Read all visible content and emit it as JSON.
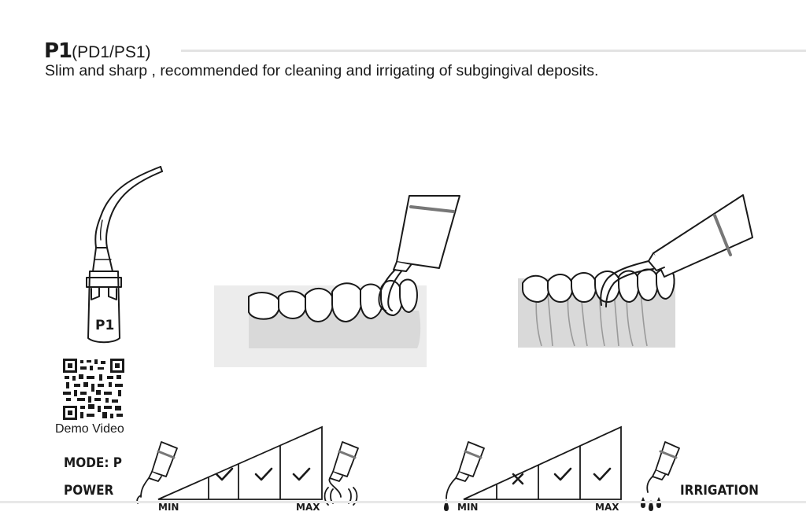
{
  "header": {
    "title": "P1",
    "title_variants": "(PD1/PS1)",
    "subtitle": "Slim and sharp , recommended for cleaning and irrigating of subgingival deposits."
  },
  "tip": {
    "engraving": "P1"
  },
  "qr": {
    "caption": "Demo Video"
  },
  "settings": {
    "mode_label": "MODE: P",
    "power_label": "POWER",
    "irrigation_label": "IRRIGATION"
  },
  "power_scale": {
    "min_label": "MIN",
    "max_label": "MAX",
    "levels": [
      "check",
      "check",
      "check"
    ]
  },
  "irrigation_scale": {
    "min_label": "MIN",
    "max_label": "MAX",
    "levels": [
      "cross",
      "check",
      "check"
    ]
  },
  "colors": {
    "text": "#1a1a1a",
    "rule": "#e3e3e3",
    "gum": "#d9d9d9",
    "line": "#1a1a1a"
  }
}
